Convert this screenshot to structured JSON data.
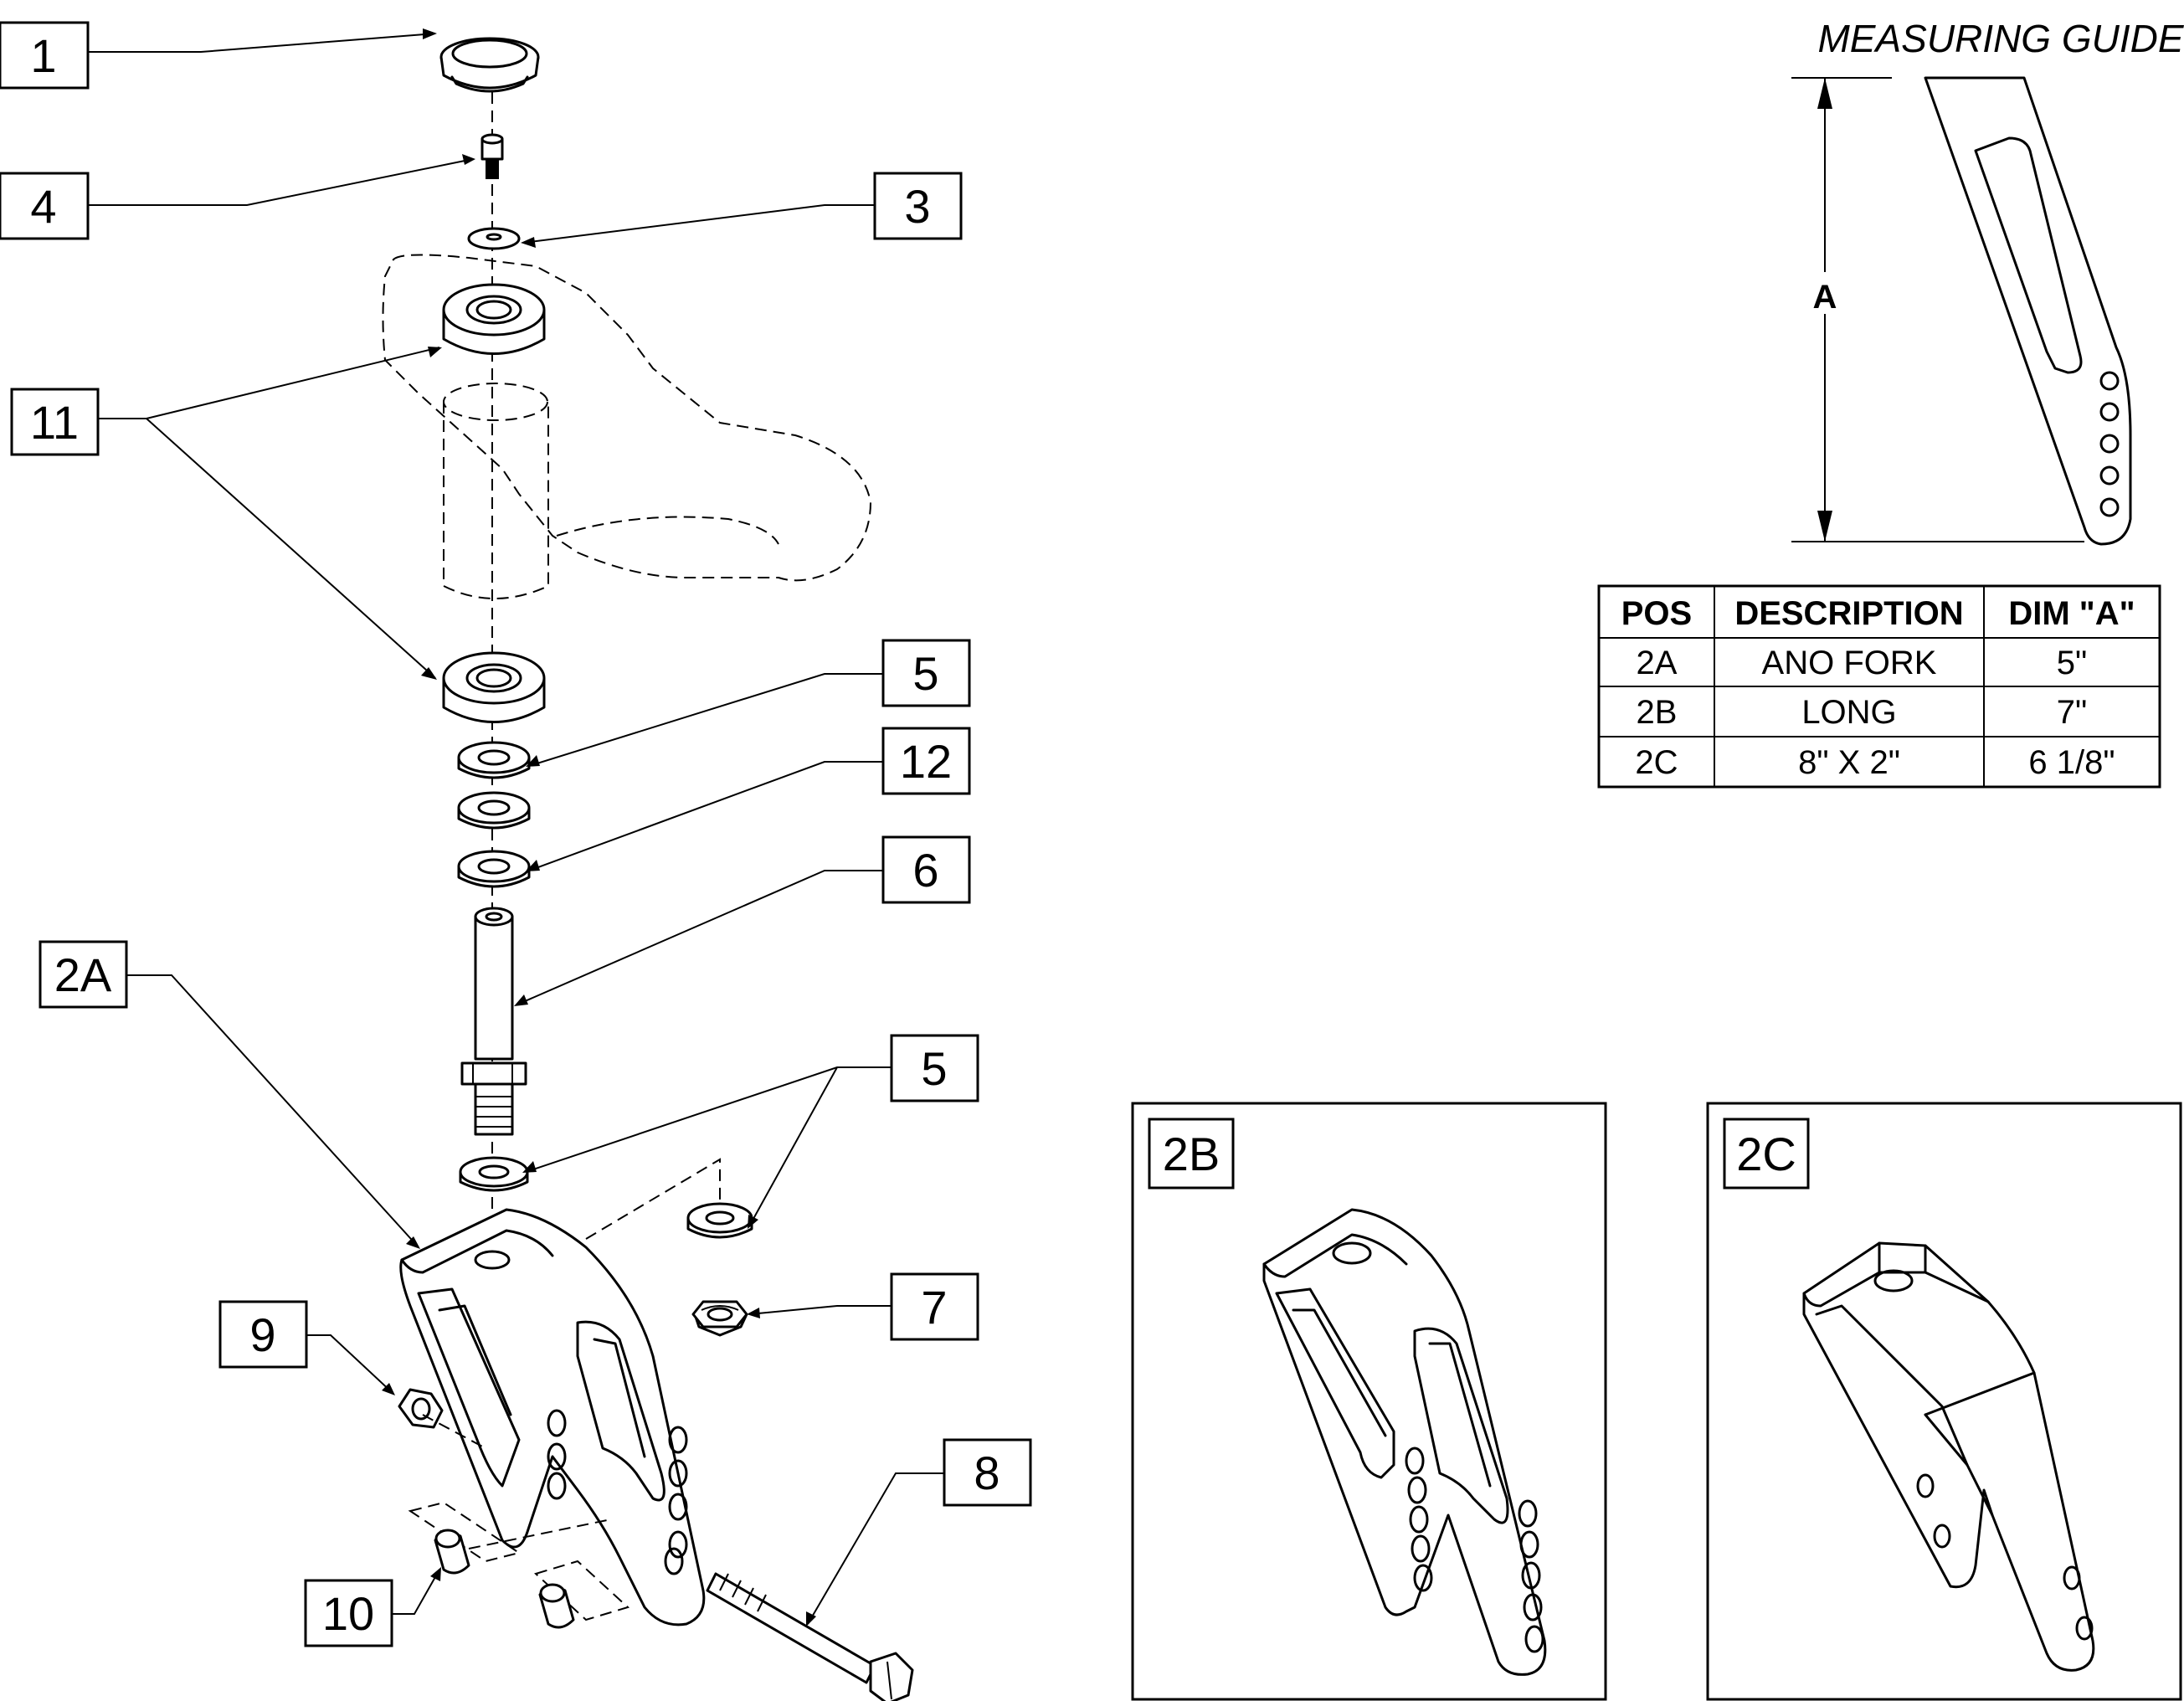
{
  "callouts": {
    "c1": "1",
    "c4": "4",
    "c3": "3",
    "c11": "11",
    "c5a": "5",
    "c12": "12",
    "c6": "6",
    "c2a": "2A",
    "c5b": "5",
    "c9": "9",
    "c7": "7",
    "c8": "8",
    "c10": "10"
  },
  "measuring_guide": {
    "title": "MEASURING GUIDE",
    "dimension_label": "A"
  },
  "table": {
    "headers": [
      "POS",
      "DESCRIPTION",
      "DIM \"A\""
    ],
    "rows": [
      [
        "2A",
        "ANO FORK",
        "5\""
      ],
      [
        "2B",
        "LONG",
        "7\""
      ],
      [
        "2C",
        "8\" X 2\"",
        "6 1/8\""
      ]
    ]
  },
  "panels": {
    "p2b": "2B",
    "p2c": "2C"
  }
}
